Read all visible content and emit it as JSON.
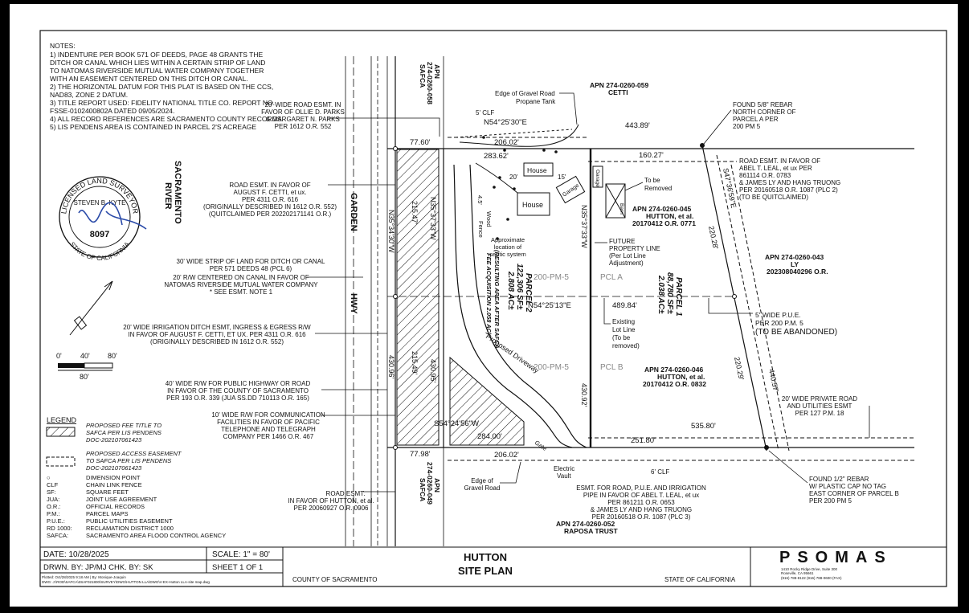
{
  "notes": {
    "heading": "NOTES:",
    "lines": [
      "1) INDENTURE PER BOOK 571 OF DEEDS, PAGE 48 GRANTS THE",
      "DITCH OR CANAL WHICH LIES WITHIN A CERTAIN STRIP OF LAND",
      "TO NATOMAS RIVERSIDE MUTUAL WATER COMPANY TOGETHER",
      "WITH AN EASEMENT CENTERED ON THIS DITCH OR CANAL.",
      "2) THE HORIZONTAL DATUM FOR THIS PLAT IS BASED ON THE CCS,",
      "NAD83, ZONE 2 DATUM.",
      "3) TITLE REPORT USED: FIDELITY NATIONAL TITLE CO. REPORT NO.",
      "FSSE-0102400802A DATED 09/05/2024.",
      "4) ALL RECORD REFERENCES ARE SACRAMENTO COUNTY RECORDS.",
      "5) LIS PENDENS AREA IS CONTAINED IN PARCEL 2'S ACREAGE"
    ]
  },
  "seal": {
    "top": "LICENSED LAND SURVEYOR",
    "name": "STEVEN B. KYTE",
    "number": "8097",
    "bottom": "STATE OF CALIFORNIA"
  },
  "labels": {
    "river": [
      "SACRAMENTO",
      "RIVER"
    ],
    "road": [
      "GARDEN",
      "HWY"
    ],
    "apn_top_left": [
      "APN",
      "274-0260-058",
      "SAFCA"
    ],
    "apn_bottom_left": [
      "APN",
      "274-0260-049",
      "SAFCA"
    ],
    "apn_059": [
      "APN 274-0260-059",
      "CETTI"
    ],
    "apn_045": [
      "APN 274-0260-045",
      "HUTTON, et al.",
      "20170412 O.R. 0771"
    ],
    "apn_043": [
      "APN 274-0260-043",
      "LY",
      "202308040296 O.R."
    ],
    "apn_046": [
      "APN 274-0260-046",
      "HUTTON, et al.",
      "20170412 O.R. 0832"
    ],
    "apn_052": [
      "APN 274-0260-052",
      "RAPOSA TRUST"
    ],
    "parcel2": [
      "PARCEL 2",
      "122,306 SF±",
      "2.808 AC±"
    ],
    "parcel2_note": [
      "(RESULTING AREA AFTER SAFCA",
      "FEE ACQUISITION 2.058 AC)"
    ],
    "parcel1": [
      "PARCEL 1",
      "88,780 SF±",
      "2.038 AC±"
    ],
    "pcl_a": "PCL A",
    "pcl_b": "PCL B",
    "pm_a": "200-PM-5",
    "pm_b": "200-PM-5",
    "house_small": "House",
    "house_big": "House",
    "garage": "Garage",
    "garage2": "Garage",
    "barn": "Barn",
    "driveway": "Proposed Driveway",
    "gate": "Gate",
    "fence_wood": [
      "4.5'",
      "Wood",
      "Fence"
    ],
    "dim20": "20'",
    "dim15": "15'"
  },
  "callouts": {
    "road_esmt_parks": [
      "20' WIDE ROAD ESMT. IN",
      "FAVOR OF OLLIE D. PARKS",
      "& MARGARET N. PARKS",
      "PER 1612 O.R. 552"
    ],
    "road_esmt_cetti": [
      "ROAD ESMT. IN FAVOR OF",
      "AUGUST F. CETTI, et ux.",
      "PER 4311 O.R. 616",
      "(ORIGINALLY DESCRIBED IN 1612 O.R. 552)",
      "(QUITCLAIMED PER 202202171141 O.R.)"
    ],
    "strip30": [
      "30' WIDE STRIP OF LAND FOR DITCH OR CANAL",
      "PER 571 DEEDS 48 (PCL 6)"
    ],
    "rw20": [
      "20' R/W CENTERED ON CANAL IN FAVOR OF",
      "NATOMAS RIVERSIDE MUTUAL WATER COMPANY",
      "* SEE ESMT. NOTE 1"
    ],
    "irrigation": [
      "20' WIDE IRRIGATION DITCH ESMT, INGRESS & EGRESS R/W",
      "IN FAVOR OF AUGUST F. CETTI, ET UX. PER 4311 O.R. 616",
      "(ORIGINALLY DESCRIBED IN 1612 O.R. 552)"
    ],
    "rw40": [
      "40' WIDE R/W FOR PUBLIC HIGHWAY OR ROAD",
      "IN FAVOR OF THE COUNTY OF SACRAMENTO",
      "PER 193 O.R. 339 (JUA SS.DD 710113 O.R. 165)"
    ],
    "rw10": [
      "10' WIDE R/W FOR COMMUNICATION",
      "FACILITIES IN FAVOR OF PACIFIC",
      "TELEPHONE AND TELEGRAPH",
      "COMPANY PER 1466 O.R. 467"
    ],
    "road_esmt_hutton": [
      "ROAD ESMT.",
      "IN FAVOR OF HUTTON, et al.",
      "PER 20060927 O.R. 0906"
    ],
    "gravel_top": [
      "Edge of Gravel Road",
      "Propane Tank"
    ],
    "clf_top": "5' CLF",
    "to_be_removed": [
      "To be",
      "Removed"
    ],
    "septic": [
      "Approximate",
      "location of",
      "septic system"
    ],
    "future_line": [
      "FUTURE",
      "PROPERTY LINE",
      "(Per Lot Line",
      "Adjustment)"
    ],
    "existing_line": [
      "Existing",
      "Lot Line",
      "(To be",
      "removed)"
    ],
    "rebar_top": [
      "FOUND 5/8\" REBAR",
      "NORTH CORNER OF",
      "PARCEL A PER",
      "200 PM 5"
    ],
    "road_esmt_leal": [
      "ROAD ESMT. IN FAVOR OF",
      "ABEL T. LEAL, et ux PER",
      "861114 O.R. 0783",
      "& JAMES LY AND HANG TRUONG",
      "PER 20160518 O.R. 1087 (PLC 2)",
      "(TO BE QUITCLAIMED)"
    ],
    "pue5": [
      "5' WIDE P.U.E.",
      "PER 200 P.M. 5",
      "(TO BE ABANDONED)"
    ],
    "private_road": [
      "20' WIDE PRIVATE ROAD",
      "AND UTILITIES ESMT",
      "PER 127 P.M. 18"
    ],
    "rebar_bottom": [
      "FOUND 1/2\" REBAR",
      "W/ PLASTIC CAP NO TAG",
      "EAST CORNER OF PARCEL B",
      "PER 200 PM 5"
    ],
    "esmt_pue": [
      "ESMT. FOR ROAD, P.U.E. AND IRRIGATION",
      "PIPE IN FAVOR OF ABEL T. LEAL, et ux",
      "PER 861211 O.R. 0653",
      "& JAMES LY AND HANG TRUONG",
      "PER 20160518 O.R. 1087 (PLC 3)"
    ],
    "clf_bottom": "6' CLF",
    "gravel_bottom": [
      "Edge of",
      "Gravel Road"
    ],
    "vault": [
      "Electric",
      "Vault"
    ]
  },
  "dimensions": {
    "d77_60": "77.60'",
    "d206_02_top": "206.02'",
    "d283_62": "283.62'",
    "d443_89": "443.89'",
    "d160_27": "160.27'",
    "b_n54_top": "N54°25'30\"E",
    "b_n35_34": "N35°34'30\"W",
    "d215_47": "215.47'",
    "b_n35_37_left": "N35°37'33\"W",
    "b_n35_37_right": "N35°37'33\"W",
    "b_n54_mid": "N54°25'13\"E",
    "d489_84": "489.84'",
    "d215_49": "215.49'",
    "d430_96": "430.96'",
    "d430_95": "430.95'",
    "d430_92": "430.92'",
    "b_s54": "S54°24'56\"W",
    "d284_00": "284.00'",
    "d77_98": "77.98'",
    "d206_02_bottom": "206.02'",
    "d535_80": "535.80'",
    "d251_80": "251.80'",
    "b_s47": "S47°36'59\"E",
    "d220_28": "220.28'",
    "d220_29": "220.29'",
    "d440_57": "440.57'"
  },
  "scalebar": {
    "ticks": [
      "0'",
      "40'",
      "80'"
    ],
    "total": "80'"
  },
  "legend": {
    "title": "LEGEND",
    "fee_title": [
      "PROPOSED FEE TITLE TO",
      "SAFCA PER LIS PENDENS",
      "DOC-202107061423"
    ],
    "access_esmt": [
      "PROPOSED ACCESS EASEMENT",
      "TO SAFCA PER LIS PENDENS",
      "DOC-202107061423"
    ],
    "abbreviations": [
      {
        "code": "○",
        "meaning": "DIMENSION POINT"
      },
      {
        "code": "CLF",
        "meaning": "CHAIN LINK FENCE"
      },
      {
        "code": "SF:",
        "meaning": "SQUARE FEET"
      },
      {
        "code": "JUA:",
        "meaning": "JOINT USE AGREEMENT"
      },
      {
        "code": "O.R.:",
        "meaning": "OFFICIAL RECORDS"
      },
      {
        "code": "P.M.:",
        "meaning": "PARCEL MAPS"
      },
      {
        "code": "P.U.E.:",
        "meaning": "PUBLIC UTILITIES EASEMENT"
      },
      {
        "code": "RD 1000:",
        "meaning": "RECLAMATION DISTRICT 1000"
      },
      {
        "code": "SAFCA:",
        "meaning": "SACRAMENTO AREA FLOOD CONTROL AGENCY"
      }
    ]
  },
  "title_block": {
    "date": "DATE:  10/28/2025",
    "scale": "SCALE:  1\" = 80'",
    "drawn": "DRWN. BY: JP/MJ  CHK. BY: SK",
    "sheet": "SHEET 1 OF 1",
    "plotted": "Plotted: Oct/28/2025 9:18 AM | By: Monique-Joaquin",
    "dwg": "DWG: J:\\ROD\\SAFCA\\3SAF021800\\SURVEY\\DWG\\HUTTON LLA\\DWG\\V-EX-Hutton LLA-site map.dwg",
    "county": "COUNTY OF SACRAMENTO",
    "title1": "HUTTON",
    "title2": "SITE PLAN",
    "state": "STATE OF CALIFORNIA",
    "company": "PSOMAS",
    "address1": "1410 Rocky Ridge Drive, Suite 300",
    "address2": "Roseville, CA 95661",
    "phone": "(916) 788-8122   (916) 788-0600 (FAX)"
  }
}
